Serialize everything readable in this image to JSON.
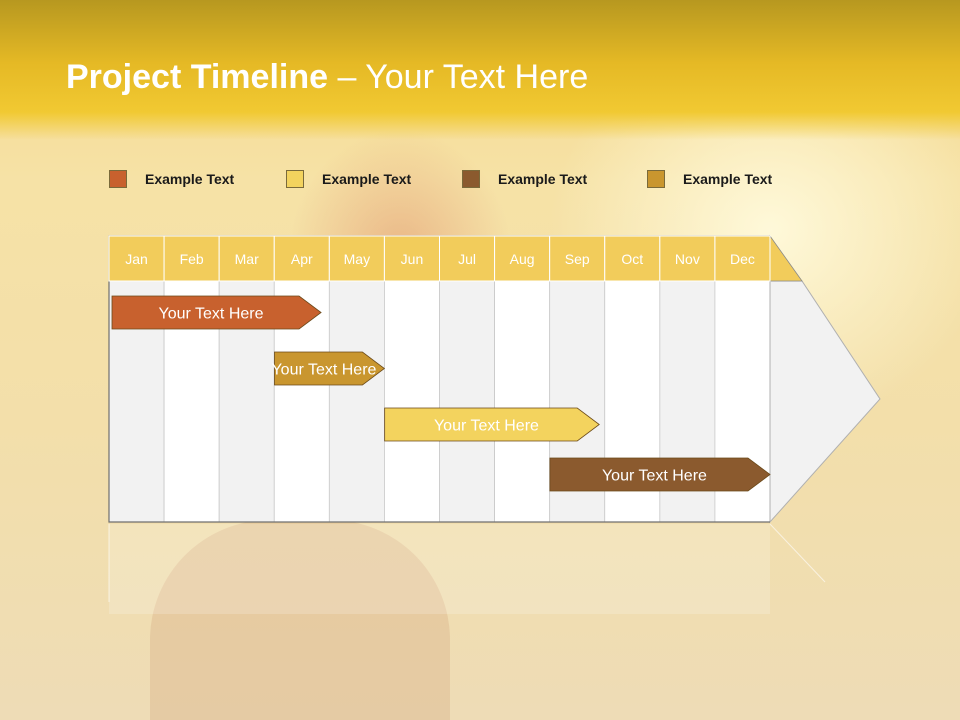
{
  "slide": {
    "title_bold": "Project Timeline",
    "title_rest": " – Your Text Here"
  },
  "legend": [
    {
      "label": "Example Text",
      "color": "#c8612e"
    },
    {
      "label": "Example Text",
      "color": "#f3d35e"
    },
    {
      "label": "Example Text",
      "color": "#8b5a2e"
    },
    {
      "label": "Example Text",
      "color": "#c9962f"
    }
  ],
  "timeline": {
    "months": [
      "Jan",
      "Feb",
      "Mar",
      "Apr",
      "May",
      "Jun",
      "Jul",
      "Aug",
      "Sep",
      "Oct",
      "Nov",
      "Dec"
    ],
    "header_color": "#f2cc5b",
    "tasks": [
      {
        "label": "Your  Text Here",
        "start_month": 0.0,
        "end_month": 3.85,
        "color": "#c8612e",
        "text_color": "#ffffff"
      },
      {
        "label": "Your  Text Here",
        "start_month": 2.95,
        "end_month": 5.0,
        "color": "#c9962f",
        "text_color": "#ffffff"
      },
      {
        "label": "Your  Text Here",
        "start_month": 4.95,
        "end_month": 8.9,
        "color": "#f3d35e",
        "text_color": "#ffffff"
      },
      {
        "label": "Your  Text Here",
        "start_month": 7.95,
        "end_month": 12.0,
        "color": "#8b5a2e",
        "text_color": "#ffffff"
      }
    ]
  }
}
